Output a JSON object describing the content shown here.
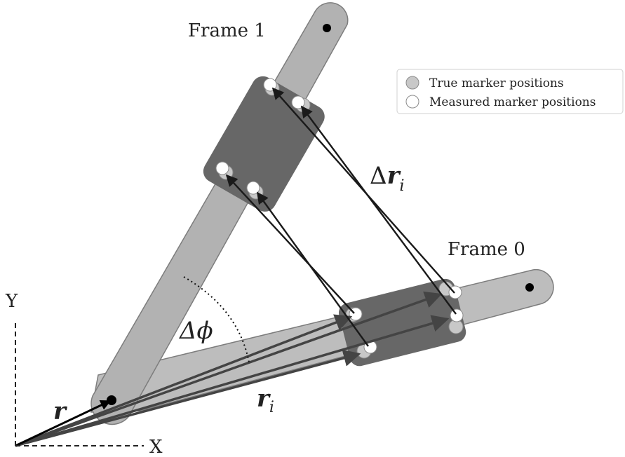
{
  "labels": {
    "frame1": "Frame 1",
    "frame0": "Frame 0",
    "delta_r_delta": "Δ",
    "delta_r_symbol": "r",
    "delta_r_sub": "i",
    "delta_phi": "Δϕ",
    "r": "r",
    "ri_symbol": "r",
    "ri_sub": "i",
    "axis_x": "X",
    "axis_y": "Y"
  },
  "legend": {
    "items": [
      {
        "label": "True marker positions",
        "marker": "filled-circle",
        "color": "#c8c8c8"
      },
      {
        "label": "Measured marker positions",
        "marker": "open-circle",
        "color": "#ffffff"
      }
    ]
  },
  "colors": {
    "segment": "#bdbdbd",
    "segment_stroke": "#7d7d7d",
    "plate": "#676767",
    "vector": "#1a1a1a",
    "position_vector": "#444444"
  }
}
